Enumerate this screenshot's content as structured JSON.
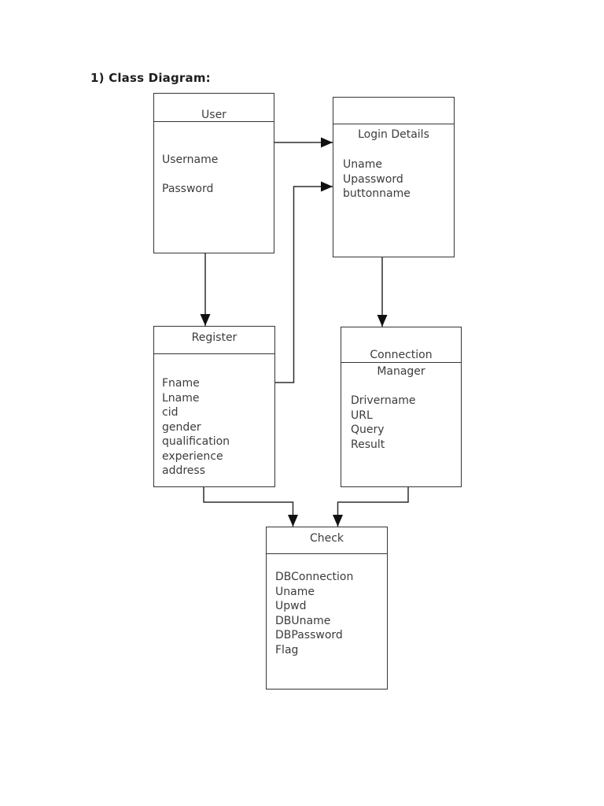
{
  "page": {
    "heading": "1) Class Diagram:"
  },
  "diagram": {
    "classes": [
      {
        "name": "User",
        "title": "User",
        "attributes": [
          "Username",
          "Password"
        ]
      },
      {
        "name": "Login Details",
        "title": "Login Details",
        "attributes": [
          "Uname",
          "Upassword",
          "buttonname"
        ]
      },
      {
        "name": "Register",
        "title": "Register",
        "attributes": [
          "Fname",
          "Lname",
          "cid",
          "gender",
          "qualification",
          "experience",
          "address"
        ]
      },
      {
        "name": "Connection Manager",
        "title_line1": "Connection",
        "title_line2": "Manager",
        "attributes": [
          "Drivername",
          "URL",
          "Query",
          "Result"
        ]
      },
      {
        "name": "Check",
        "title": "Check",
        "attributes": [
          "DBConnection",
          "Uname",
          "Upwd",
          "DBUname",
          "DBPassword",
          "Flag"
        ]
      }
    ],
    "connections": [
      {
        "from": "User",
        "to": "Login Details"
      },
      {
        "from": "User",
        "to": "Register"
      },
      {
        "from": "Register",
        "to": "Login Details"
      },
      {
        "from": "Login Details",
        "to": "Connection Manager"
      },
      {
        "from": "Register",
        "to": "Check"
      },
      {
        "from": "Connection Manager",
        "to": "Check"
      }
    ],
    "colors": {
      "line": "#2e2e2e",
      "text": "#3c3c3c",
      "background": "#ffffff"
    }
  }
}
